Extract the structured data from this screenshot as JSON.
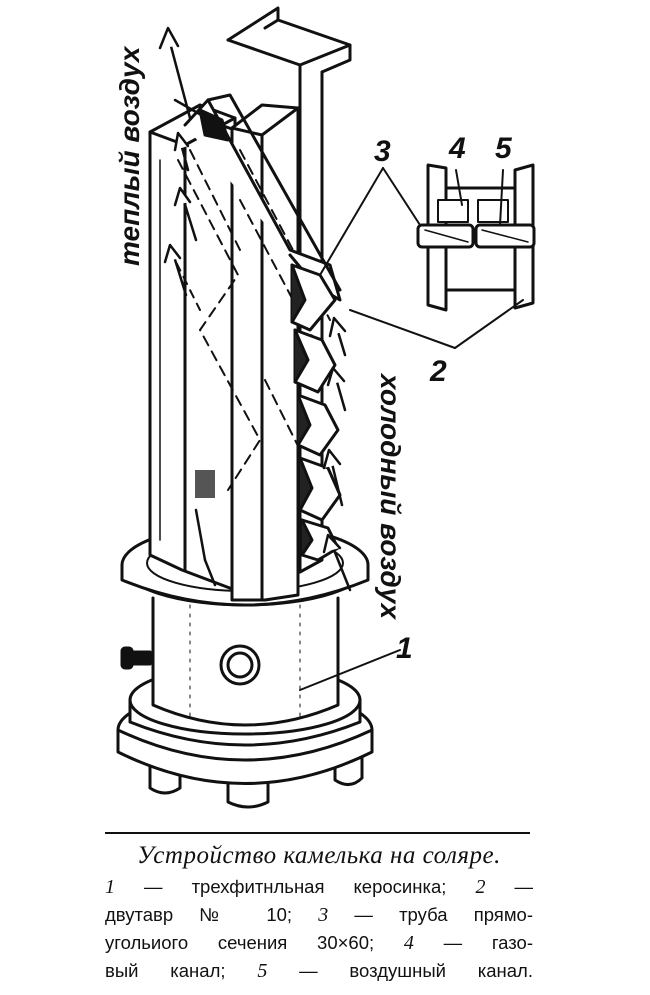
{
  "figure": {
    "labels": {
      "n1": "1",
      "n2": "2",
      "n3": "3",
      "n4": "4",
      "n5": "5",
      "warm_air": "теплый воздух",
      "cold_air": "холодный воздух"
    }
  },
  "caption": {
    "title": "Устройство камелька на соляре.",
    "lines": [
      {
        "num": "1",
        "text": " — трехфитнльная керосинка; ",
        "num2": "2",
        "text2": " —"
      },
      {
        "text": "двутавр  №  10;  ",
        "num": "3",
        "text2": " — труба  прямо-"
      },
      {
        "text": "угольиого сечения 30×60; ",
        "num": "4",
        "text2": " — газо-"
      },
      {
        "text": "вый  канал;  ",
        "num": "5",
        "text2": " — воздушный  канал."
      }
    ]
  }
}
